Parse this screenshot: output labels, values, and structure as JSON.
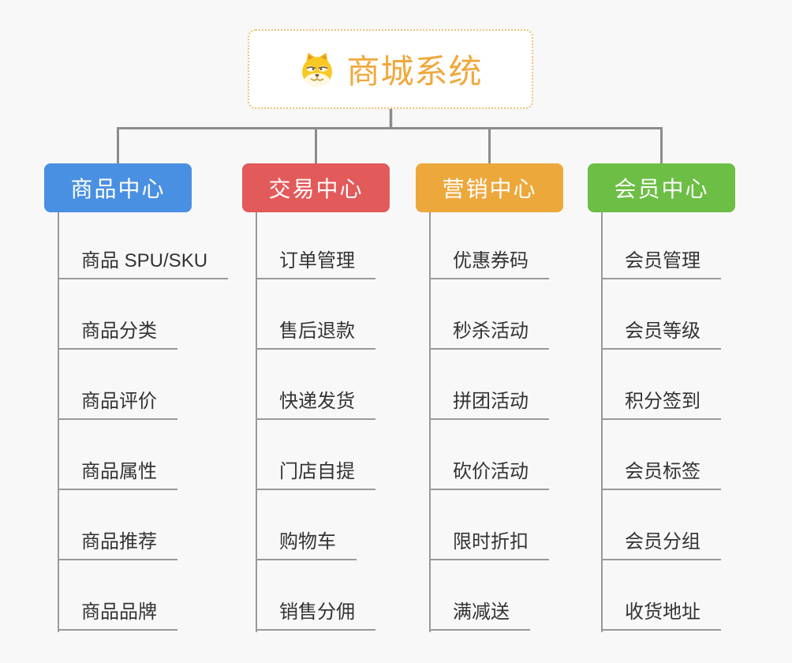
{
  "root": {
    "title": "商城系统",
    "icon": "doge-icon",
    "title_color": "#F0A83C",
    "border_color": "#F2C178"
  },
  "connector_color": "#8C8C8C",
  "line_color": "#999999",
  "branches": [
    {
      "label": "商品中心",
      "color": "#4A90E2",
      "children": [
        "商品 SPU/SKU",
        "商品分类",
        "商品评价",
        "商品属性",
        "商品推荐",
        "商品品牌"
      ]
    },
    {
      "label": "交易中心",
      "color": "#E35A5A",
      "children": [
        "订单管理",
        "售后退款",
        "快递发货",
        "门店自提",
        "购物车",
        "销售分佣"
      ]
    },
    {
      "label": "营销中心",
      "color": "#EDA83C",
      "children": [
        "优惠券码",
        "秒杀活动",
        "拼团活动",
        "砍价活动",
        "限时折扣",
        "满减送"
      ]
    },
    {
      "label": "会员中心",
      "color": "#6CBE45",
      "children": [
        "会员管理",
        "会员等级",
        "积分签到",
        "会员标签",
        "会员分组",
        "收货地址"
      ]
    }
  ]
}
